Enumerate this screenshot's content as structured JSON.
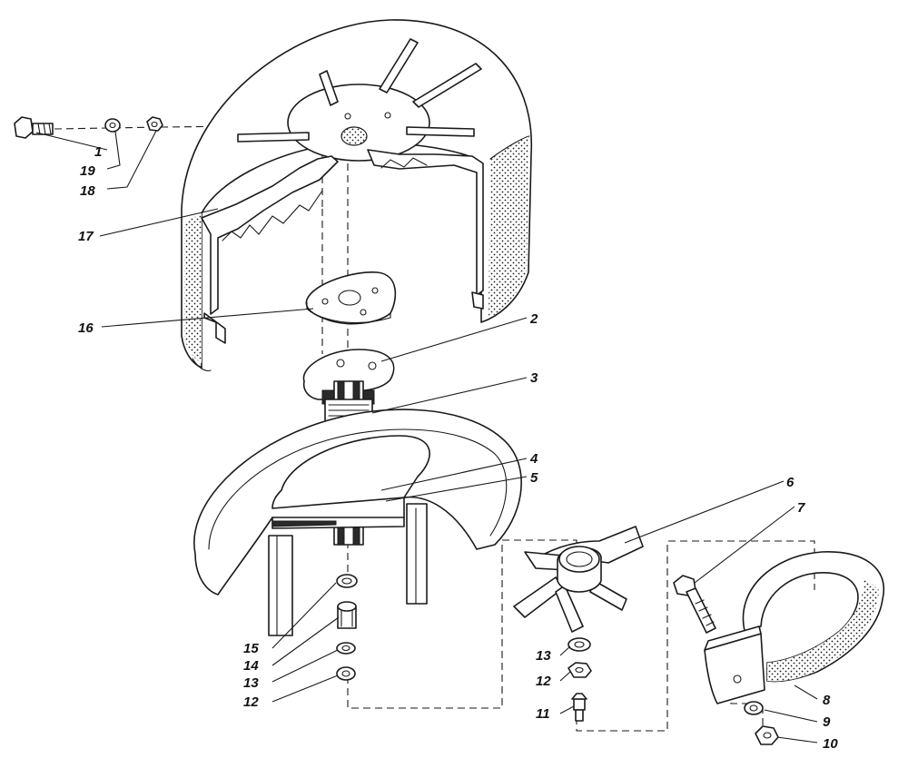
{
  "figure": {
    "colors": {
      "ink": "#1a1a1a",
      "paper": "#ffffff"
    },
    "callouts": [
      {
        "id": "c1",
        "label": "1"
      },
      {
        "id": "c19",
        "label": "19"
      },
      {
        "id": "c18",
        "label": "18"
      },
      {
        "id": "c17",
        "label": "17"
      },
      {
        "id": "c16",
        "label": "16"
      },
      {
        "id": "c2",
        "label": "2"
      },
      {
        "id": "c3",
        "label": "3"
      },
      {
        "id": "c4",
        "label": "4"
      },
      {
        "id": "c5",
        "label": "5"
      },
      {
        "id": "c6",
        "label": "6"
      },
      {
        "id": "c7",
        "label": "7"
      },
      {
        "id": "c15",
        "label": "15"
      },
      {
        "id": "c14",
        "label": "14"
      },
      {
        "id": "c13a",
        "label": "13"
      },
      {
        "id": "c12a",
        "label": "12"
      },
      {
        "id": "c13b",
        "label": "13"
      },
      {
        "id": "c12b",
        "label": "12"
      },
      {
        "id": "c11",
        "label": "11"
      },
      {
        "id": "c8",
        "label": "8"
      },
      {
        "id": "c9",
        "label": "9"
      },
      {
        "id": "c10",
        "label": "10"
      }
    ]
  }
}
